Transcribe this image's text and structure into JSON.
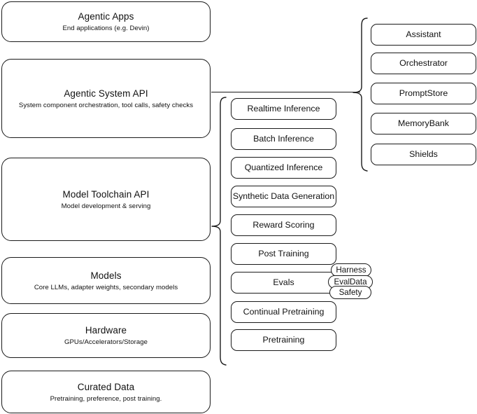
{
  "diagram": {
    "title": "Agentic stack layered architecture",
    "accent_color": "#1a1a1a",
    "background_color": "#ffffff"
  },
  "layers": [
    {
      "id": "agentic-apps",
      "title": "Agentic Apps",
      "subtitle": "End applications (e.g. Devin)"
    },
    {
      "id": "agentic-system-api",
      "title": "Agentic System API",
      "subtitle": "System component orchestration, tool calls, safety checks"
    },
    {
      "id": "model-toolchain-api",
      "title": "Model Toolchain API",
      "subtitle": "Model development & serving"
    },
    {
      "id": "models",
      "title": "Models",
      "subtitle": "Core LLMs, adapter weights, secondary models"
    },
    {
      "id": "hardware",
      "title": "Hardware",
      "subtitle": "GPUs/Accelerators/Storage"
    },
    {
      "id": "curated-data",
      "title": "Curated Data",
      "subtitle": "Pretraining, preference, post training."
    }
  ],
  "toolchain_items": [
    {
      "id": "realtime-inference",
      "label": "Realtime Inference"
    },
    {
      "id": "batch-inference",
      "label": "Batch Inference"
    },
    {
      "id": "quantized-inference",
      "label": "Quantized Inference"
    },
    {
      "id": "synthetic-data-generation",
      "label": "Synthetic Data Generation"
    },
    {
      "id": "reward-scoring",
      "label": "Reward Scoring"
    },
    {
      "id": "post-training",
      "label": "Post Training"
    },
    {
      "id": "evals",
      "label": "Evals"
    },
    {
      "id": "continual-pretraining",
      "label": "Continual Pretraining"
    },
    {
      "id": "pretraining",
      "label": "Pretraining"
    }
  ],
  "system_items": [
    {
      "id": "assistant",
      "label": "Assistant"
    },
    {
      "id": "orchestrator",
      "label": "Orchestrator"
    },
    {
      "id": "promptstore",
      "label": "PromptStore"
    },
    {
      "id": "memorybank",
      "label": "MemoryBank"
    },
    {
      "id": "shields",
      "label": "Shields"
    }
  ],
  "evals_badges": [
    {
      "id": "harness",
      "label": "Harness"
    },
    {
      "id": "evaldata",
      "label": "EvalData"
    },
    {
      "id": "safety",
      "label": "Safety"
    }
  ]
}
